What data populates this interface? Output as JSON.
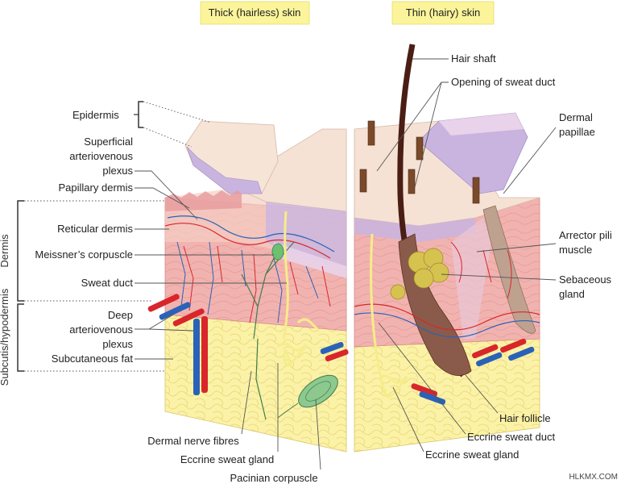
{
  "headers": {
    "thick": "Thick (hairless) skin",
    "thin": "Thin (hairy) skin"
  },
  "left_labels": {
    "epidermis": "Epidermis",
    "superficial_av_plexus": [
      "Superficial",
      "arteriovenous",
      "plexus"
    ],
    "papillary_dermis": "Papillary dermis",
    "reticular_dermis": "Reticular dermis",
    "meissners_corpuscle": "Meissner’s corpuscle",
    "sweat_duct": "Sweat duct",
    "deep_av_plexus": [
      "Deep",
      "arteriovenous",
      "plexus"
    ],
    "subcutaneous_fat": "Subcutaneous fat"
  },
  "side_brackets": {
    "dermis": "Dermis",
    "subcutis": "Subcutis/hypodermis"
  },
  "bottom_labels": {
    "dermal_nerve_fibres": "Dermal nerve fibres",
    "eccrine_sweat_gland_left": "Eccrine sweat gland",
    "pacinian_corpuscle": "Pacinian corpuscle"
  },
  "right_labels": {
    "hair_shaft": "Hair shaft",
    "opening_sweat_duct": "Opening of sweat duct",
    "dermal_papillae": [
      "Dermal",
      "papillae"
    ],
    "arrector_pili": [
      "Arrector pili",
      "muscle"
    ],
    "sebaceous_gland": [
      "Sebaceous",
      "gland"
    ],
    "hair_follicle": "Hair follicle",
    "eccrine_sweat_duct": "Eccrine sweat duct",
    "eccrine_sweat_gland_right": "Eccrine sweat gland"
  },
  "watermark": "HLKMX.COM",
  "colors": {
    "header_bg": "#fbf49a",
    "epidermis": "#f2d9c8",
    "basal_layer": "#c9b4e0",
    "dermis": "#f1b3b0",
    "fat": "#fbf2a8",
    "artery": "#d8262b",
    "vein": "#2a62b8",
    "hair": "#4a1e14"
  }
}
